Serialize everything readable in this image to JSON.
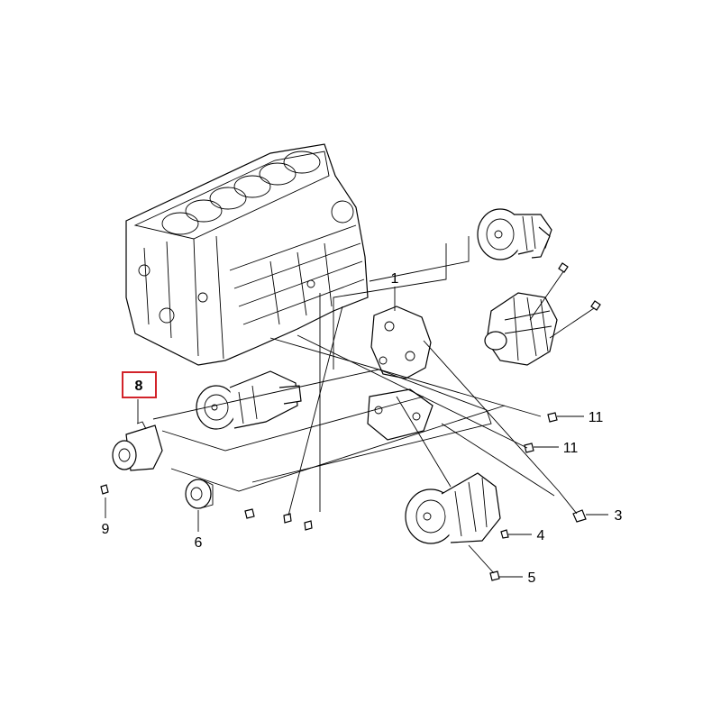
{
  "diagram": {
    "callouts": [
      {
        "id": "1",
        "label": "1"
      },
      {
        "id": "3",
        "label": "3"
      },
      {
        "id": "4",
        "label": "4"
      },
      {
        "id": "5",
        "label": "5"
      },
      {
        "id": "6",
        "label": "6"
      },
      {
        "id": "8",
        "label": "8",
        "highlighted": true
      },
      {
        "id": "9",
        "label": "9"
      },
      {
        "id": "11a",
        "label": "11"
      },
      {
        "id": "11b",
        "label": "11"
      }
    ],
    "highlight_color": "#d2232a"
  }
}
